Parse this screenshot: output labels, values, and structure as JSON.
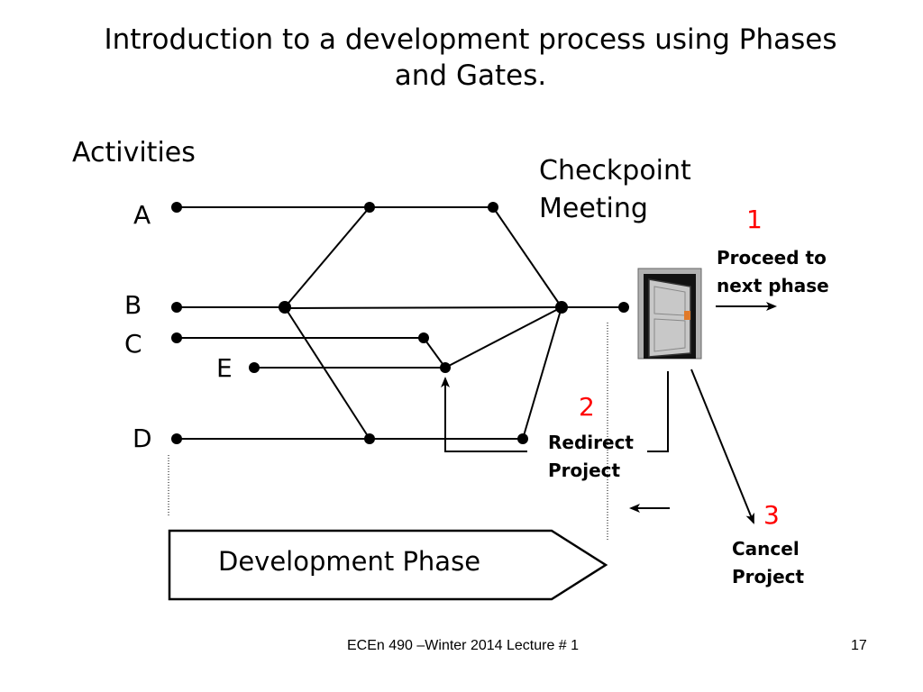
{
  "slide": {
    "title_line1": "Introduction to a development process  using Phases",
    "title_line2": "and Gates.",
    "activities_heading": "Activities",
    "checkpoint_line1": "Checkpoint",
    "checkpoint_line2": "Meeting",
    "activities": [
      {
        "label": "A"
      },
      {
        "label": "B"
      },
      {
        "label": "C"
      },
      {
        "label": "E"
      },
      {
        "label": "D"
      }
    ],
    "outcomes": [
      {
        "number": "1",
        "line1": "Proceed to",
        "line2": "next phase"
      },
      {
        "number": "2",
        "line1": "Redirect",
        "line2": "Project"
      },
      {
        "number": "3",
        "line1": "Cancel",
        "line2": "Project"
      }
    ],
    "phase_label": "Development Phase",
    "footer_text": "ECEn 490 –Winter 2014   Lecture # 1",
    "page_number": "17",
    "accent_color": "#ff0000",
    "icon": "door-icon"
  }
}
